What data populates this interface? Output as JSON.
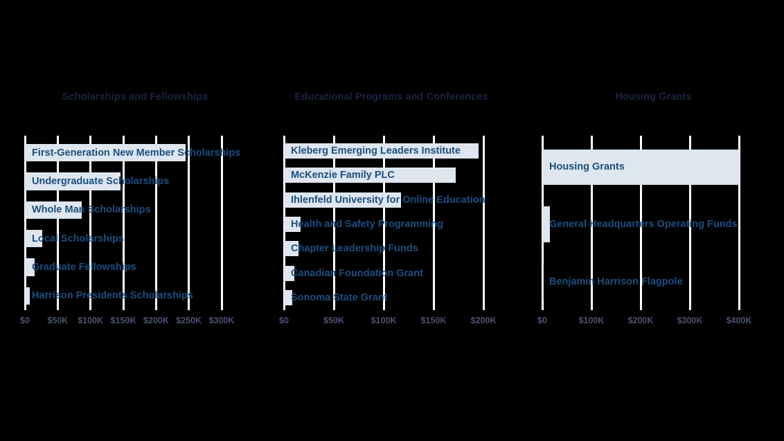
{
  "chart_data": [
    {
      "type": "bar",
      "orientation": "horizontal",
      "title": "Scholarships and Fellowships",
      "xlabel": "",
      "ylabel": "",
      "xlim": [
        0,
        300000
      ],
      "grid": true,
      "legend": "none",
      "tick_labels": [
        "$0",
        "$50K",
        "$100K",
        "$150K",
        "$200K",
        "$250K",
        "$300K"
      ],
      "tick_values": [
        0,
        50000,
        100000,
        150000,
        200000,
        250000,
        300000
      ],
      "categories": [
        "First-Generation New Member Scholarships",
        "Undergraduate Scholarships",
        "Whole Man Scholarships",
        "Local Scholarships",
        "Graduate Fellowships",
        "Harrison Presidents Scholarships"
      ],
      "values": [
        245000,
        146000,
        87000,
        26000,
        15000,
        7000
      ]
    },
    {
      "type": "bar",
      "orientation": "horizontal",
      "title": "Educational Programs and Conferences",
      "xlabel": "",
      "ylabel": "",
      "xlim": [
        0,
        200000
      ],
      "grid": true,
      "legend": "none",
      "tick_labels": [
        "$0",
        "$50K",
        "$100K",
        "$150K",
        "$200K"
      ],
      "tick_values": [
        0,
        50000,
        100000,
        150000,
        200000
      ],
      "categories": [
        "Kleberg Emerging Leaders Institute",
        "McKenzie Family PLC",
        "Ihlenfeld University for Online Education",
        "Health and Safety Programming",
        "Chapter Leadership Funds",
        "Canadian Foundation Grant",
        "Sonoma State Grant"
      ],
      "values": [
        195000,
        172500,
        117500,
        17000,
        14500,
        10500,
        8500
      ]
    },
    {
      "type": "bar",
      "orientation": "horizontal",
      "title": "Housing Grants",
      "xlabel": "",
      "ylabel": "",
      "xlim": [
        0,
        400000
      ],
      "grid": true,
      "legend": "none",
      "tick_labels": [
        "$0",
        "$100K",
        "$200K",
        "$300K",
        "$400K"
      ],
      "tick_values": [
        0,
        100000,
        200000,
        300000,
        400000
      ],
      "categories": [
        "Housing Grants",
        "General Headquarters Operating Funds",
        "Benjamin Harrison Flagpole"
      ],
      "values": [
        402000,
        15500,
        2500
      ]
    }
  ],
  "style": {
    "background": "#000000",
    "bar_color": "#dfe6ef",
    "label_color": "#1a4f80",
    "title_color": "#1b2440",
    "tick_color": "#4a5270",
    "grid_color": "#ffffff"
  }
}
